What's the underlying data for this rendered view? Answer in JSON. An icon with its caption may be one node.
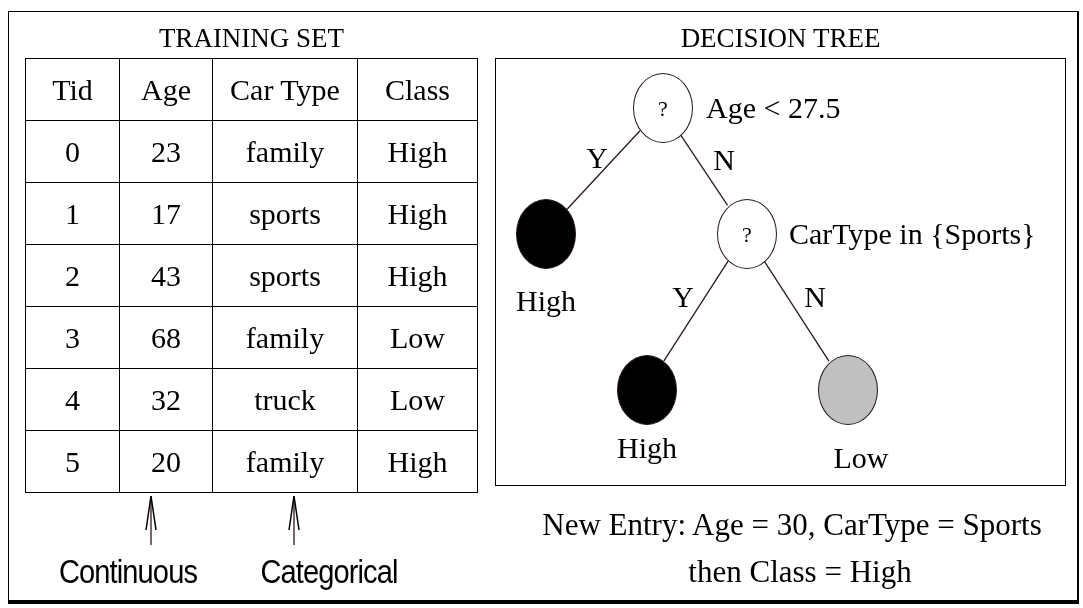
{
  "diagram": {
    "nodes": [
      {
        "text": [
          "TRAINING SET"
        ]
      },
      {
        "text": [
          "DECISION TREE"
        ]
      },
      {
        "text": [
          "?"
        ],
        "beside": [
          "Age < 27.5"
        ],
        "in": 1
      },
      {
        "text": [],
        "shape": "circle",
        "beside": [
          "High"
        ],
        "in": 1
      },
      {
        "text": [
          "?"
        ],
        "beside": [
          "CarType in {Sports}"
        ],
        "in": 1
      },
      {
        "text": [],
        "shape": "circle",
        "beside": [
          "High"
        ],
        "in": 1
      },
      {
        "text": [],
        "shape": "circle",
        "beside": [
          "Low"
        ],
        "in": 1
      },
      {
        "text": [
          "Continuous"
        ]
      },
      {
        "text": [
          "Categorical"
        ]
      }
    ],
    "edges": [
      {
        "from": 2,
        "to": 3,
        "arrow": "none",
        "label": "Y"
      },
      {
        "from": 2,
        "to": 4,
        "arrow": "none",
        "label": "N"
      },
      {
        "from": 4,
        "to": 5,
        "arrow": "none",
        "label": "Y"
      },
      {
        "from": 4,
        "to": 6,
        "arrow": "none",
        "label": "N"
      },
      {
        "from": 7,
        "to": 0,
        "arrow": "to"
      },
      {
        "from": 8,
        "to": 0,
        "arrow": "to"
      }
    ],
    "labels": [
      "Tid",
      "Age",
      "Car Type",
      "Class",
      "0",
      "23",
      "family",
      "High",
      "1",
      "17",
      "sports",
      "High",
      "2",
      "43",
      "sports",
      "High",
      "3",
      "68",
      "family",
      "Low",
      "4",
      "32",
      "truck",
      "Low",
      "5",
      "20",
      "family",
      "High",
      "New Entry: Age = 30, CarType = Sports",
      "then Class = High"
    ]
  }
}
